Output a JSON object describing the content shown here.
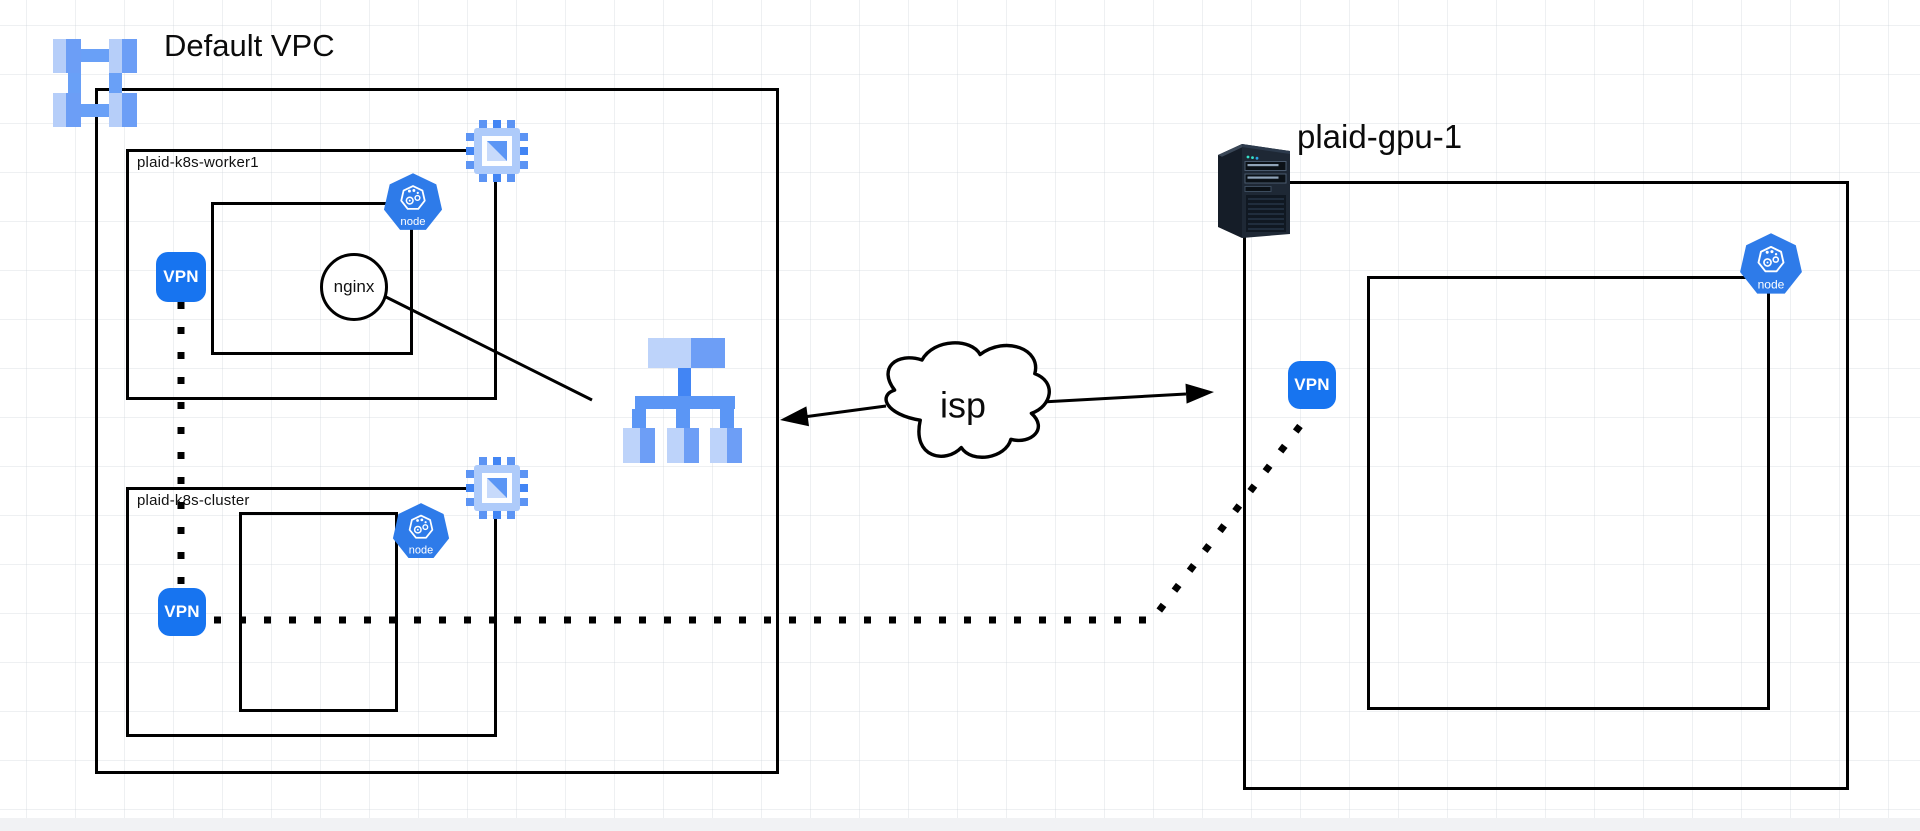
{
  "colors": {
    "vpn_badge": "#1774F0",
    "kubernetes_blue": "#2E7BE9",
    "gcp_light_blue": "#AECBFA",
    "gcp_medium_blue": "#669DF6",
    "gcp_dark_blue": "#4285F4",
    "connector": "#000000"
  },
  "icons": {
    "vpc": "vpc-icon",
    "compute_engine": "compute-engine-chip-icon",
    "kubernetes_node": "kubernetes-node-icon",
    "instance_group": "instance-group-icon",
    "server": "server-tower-icon",
    "internet": "cloud-shape"
  },
  "default_vpc": {
    "label": "Default VPC",
    "worker_box": {
      "label": "plaid-k8s-worker1",
      "vpn_label": "VPN",
      "node_label": "node",
      "service_label": "nginx"
    },
    "cluster_box": {
      "label": "plaid-k8s-cluster",
      "vpn_label": "VPN",
      "node_label": "node"
    }
  },
  "internet": {
    "label": "isp"
  },
  "gpu_host": {
    "label": "plaid-gpu-1",
    "vpn_label": "VPN",
    "node_label": "node"
  }
}
